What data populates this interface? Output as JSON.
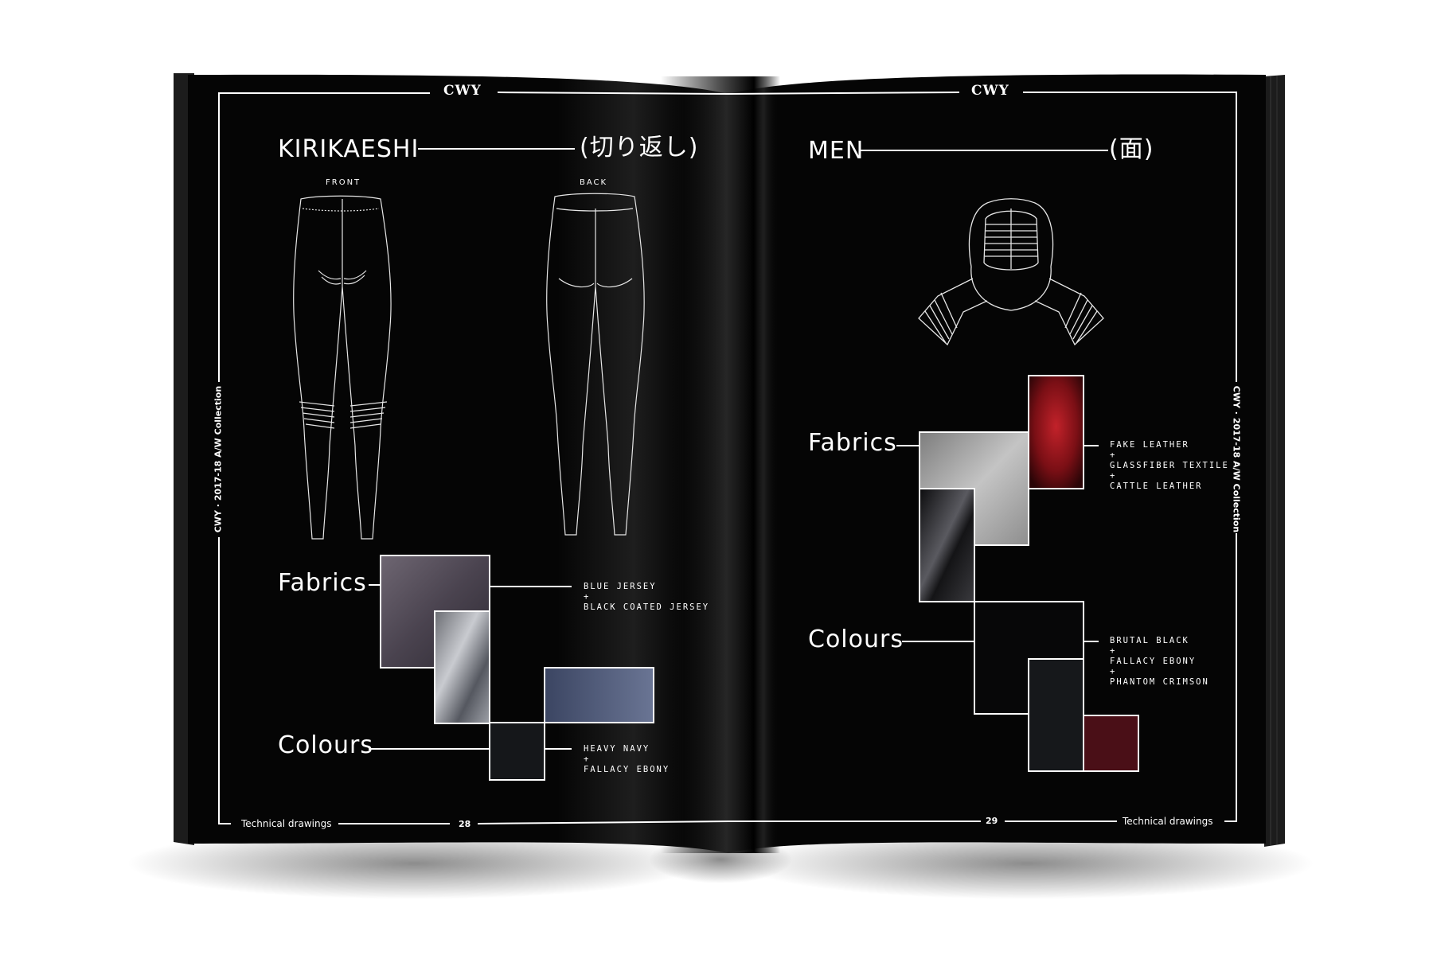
{
  "left_page": {
    "logo": "CWY",
    "title": "KIRIKAESHI",
    "title_jp": "(切り返し)",
    "front_label": "FRONT",
    "back_label": "BACK",
    "fabrics_heading": "Fabrics",
    "fabrics_list": [
      "BLUE JERSEY",
      "+",
      "BLACK COATED JERSEY"
    ],
    "colours_heading": "Colours",
    "colours_list": [
      "HEAVY NAVY",
      "+",
      "FALLACY EBONY"
    ],
    "side_text": "CWY · 2017-18 A/W Collection",
    "footer_label": "Technical drawings",
    "page_number": "28",
    "swatch_colors": {
      "grey_purple": "#5a5360",
      "silver": "#8b8d93",
      "navy": "#4b5775",
      "ebony": "#15171a"
    }
  },
  "right_page": {
    "logo": "CWY",
    "title": "MEN",
    "title_jp": "(面)",
    "fabrics_heading": "Fabrics",
    "fabrics_list": [
      "FAKE LEATHER",
      "+",
      "GLASSFIBER TEXTILE",
      "+",
      "CATTLE LEATHER"
    ],
    "colours_heading": "Colours",
    "colours_list": [
      "BRUTAL BLACK",
      "+",
      "FALLACY EBONY",
      "+",
      "PHANTOM CRIMSON"
    ],
    "side_text": "CWY · 2017-18 A/W Collection",
    "footer_label": "Technical drawings",
    "page_number": "29",
    "swatch_colors": {
      "red_glitter": "#8a1218",
      "grey_leather": "#a6a6a6",
      "black_leather": "#1a1a1c",
      "brutal_black": "#070708",
      "ebony": "#16181b",
      "crimson": "#4a0f17"
    }
  },
  "colors": {
    "page_background": "#050505",
    "line": "#ffffff",
    "backdrop": "#ffffff"
  }
}
